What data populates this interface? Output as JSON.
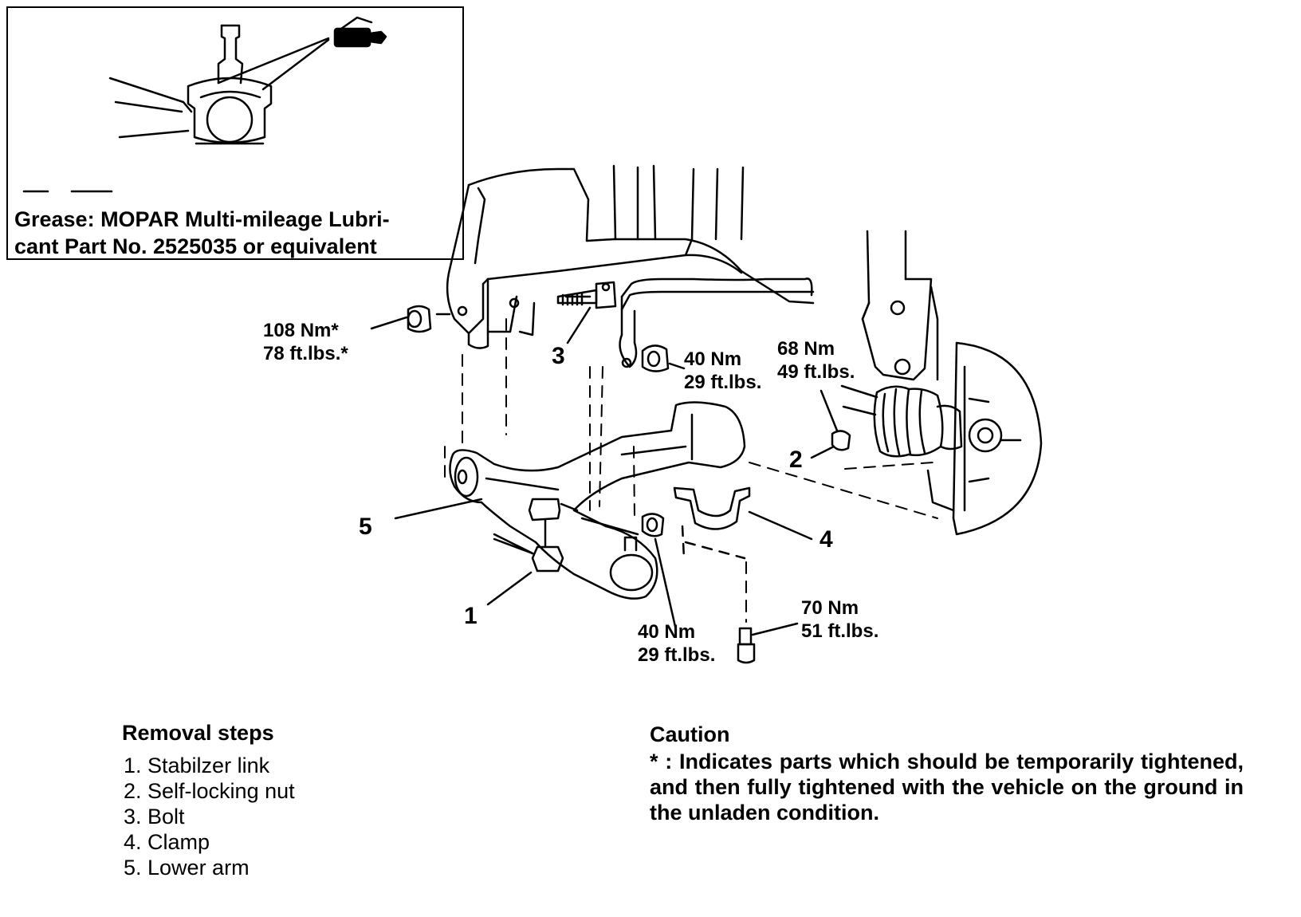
{
  "inset": {
    "grease_text": "Grease: MOPAR Multi-mileage Lubri-\ncant Part No. 2525035 or equivalent"
  },
  "torque_labels": {
    "t108": "108 Nm*\n78 ft.lbs.*",
    "t40a": "40 Nm\n29 ft.lbs.",
    "t68": "68 Nm\n49 ft.lbs.",
    "t40b": "40 Nm\n29 ft.lbs.",
    "t70": "70 Nm\n51 ft.lbs."
  },
  "callouts": {
    "c1": "1",
    "c2": "2",
    "c3": "3",
    "c4": "4",
    "c5": "5"
  },
  "removal": {
    "title": "Removal steps",
    "steps": [
      "1. Stabilzer link",
      "2. Self-locking nut",
      "3. Bolt",
      "4. Clamp",
      "5. Lower arm"
    ]
  },
  "caution": {
    "title": "Caution",
    "text": "* : Indicates parts which should be temporarily tightened, and then fully tightened with the vehicle on the ground in the unladen condition."
  }
}
